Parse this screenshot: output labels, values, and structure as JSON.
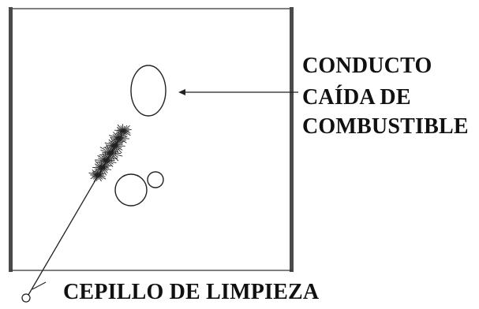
{
  "labels": {
    "conducto": [
      "CONDUCTO",
      "CAÍDA DE",
      "COMBUSTIBLE"
    ],
    "cepillo": "CEPILLO DE LIMPIEZA"
  },
  "colors": {
    "ink": "#111111",
    "panel_border": "#4a4a4a"
  }
}
